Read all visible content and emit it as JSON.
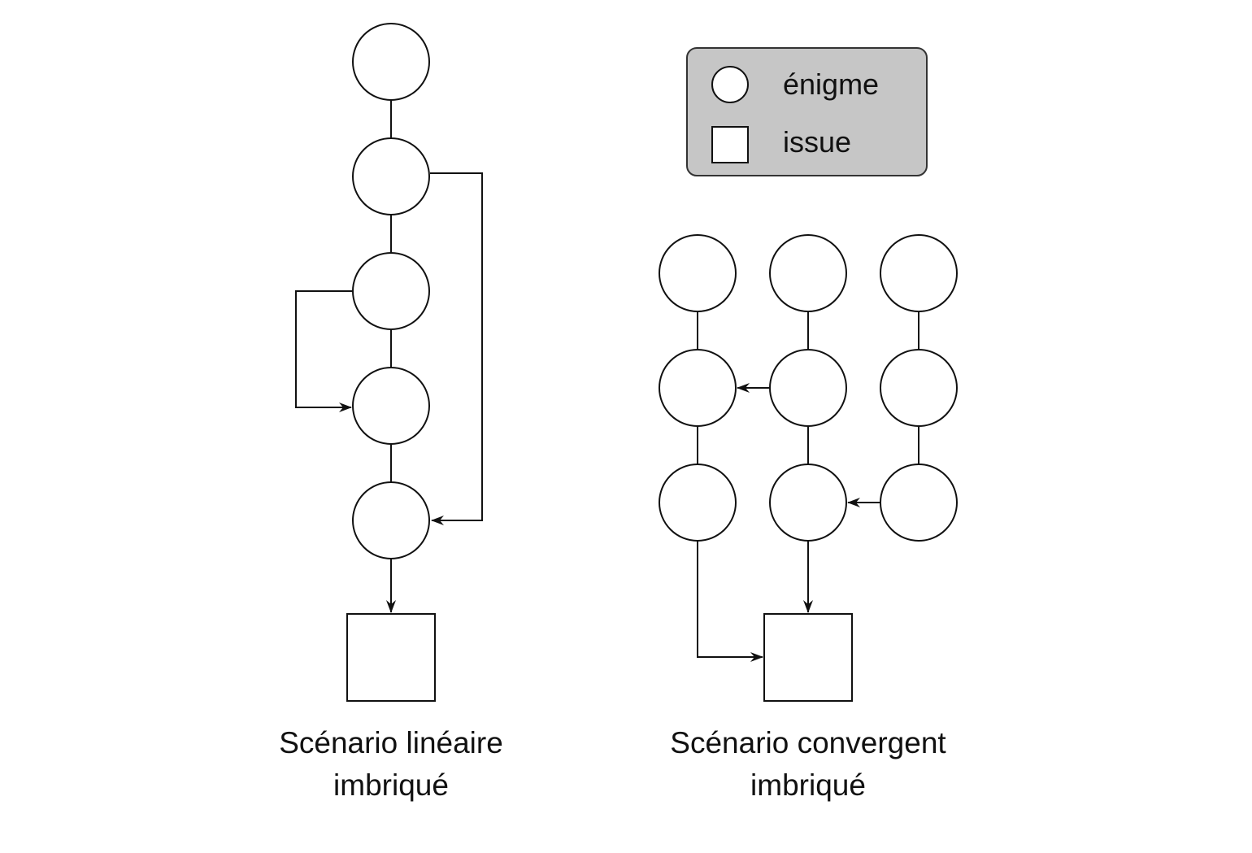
{
  "legend": {
    "puzzle_label": "énigme",
    "outcome_label": "issue",
    "background_color": "#c6c6c6"
  },
  "diagrams": [
    {
      "id": "linear",
      "caption_line1": "Scénario linéaire",
      "caption_line2": "imbriqué"
    },
    {
      "id": "convergent",
      "caption_line1": "Scénario convergent",
      "caption_line2": "imbriqué"
    }
  ]
}
